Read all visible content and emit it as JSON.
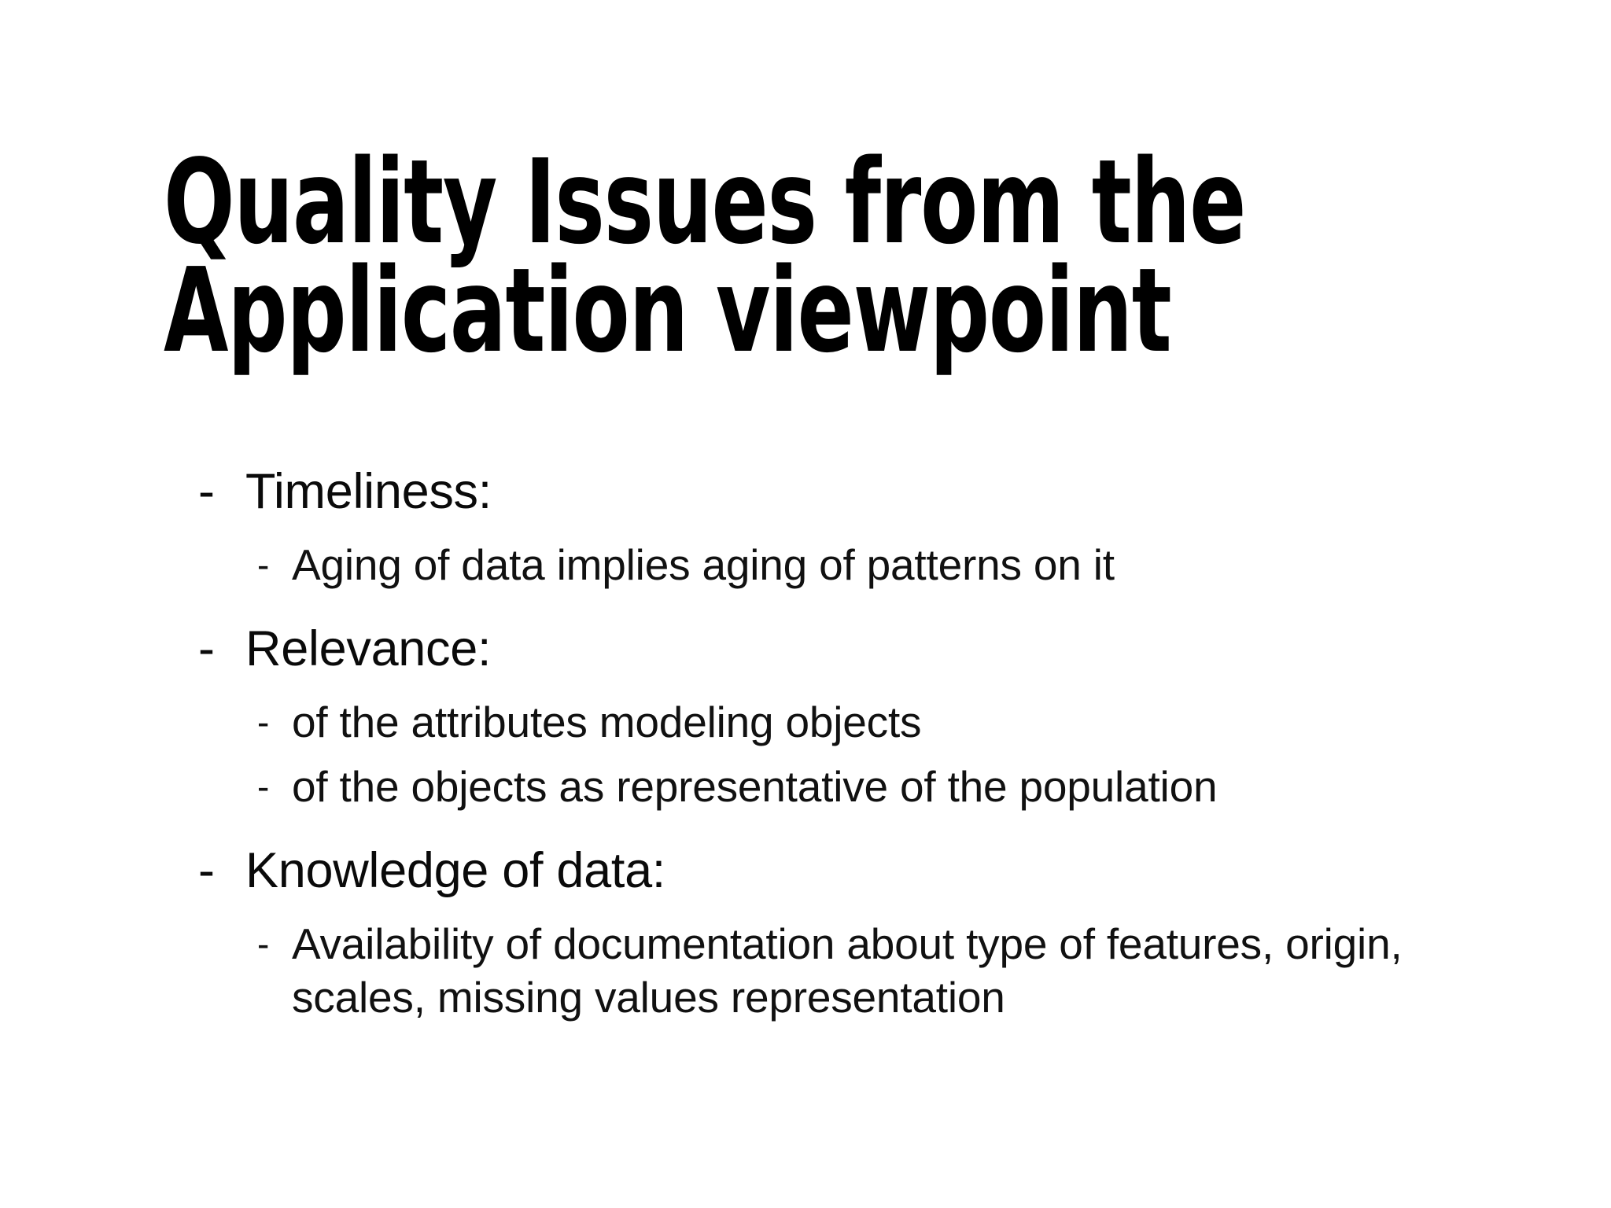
{
  "slide": {
    "background_color": "#ffffff",
    "text_color": "#0a0a0a",
    "title": {
      "line1": "Quality Issues from the",
      "line2": "Application viewpoint"
    },
    "bullet_marker": "-",
    "groups": [
      {
        "heading": "Timeliness:",
        "items": [
          "Aging of data implies aging of patterns on it"
        ]
      },
      {
        "heading": "Relevance:",
        "items": [
          "of the attributes modeling objects",
          "of the objects as representative of the population"
        ]
      },
      {
        "heading": "Knowledge of data:",
        "items": [
          "Availability of documentation about type of features, origin, scales, missing values representation"
        ]
      }
    ]
  }
}
